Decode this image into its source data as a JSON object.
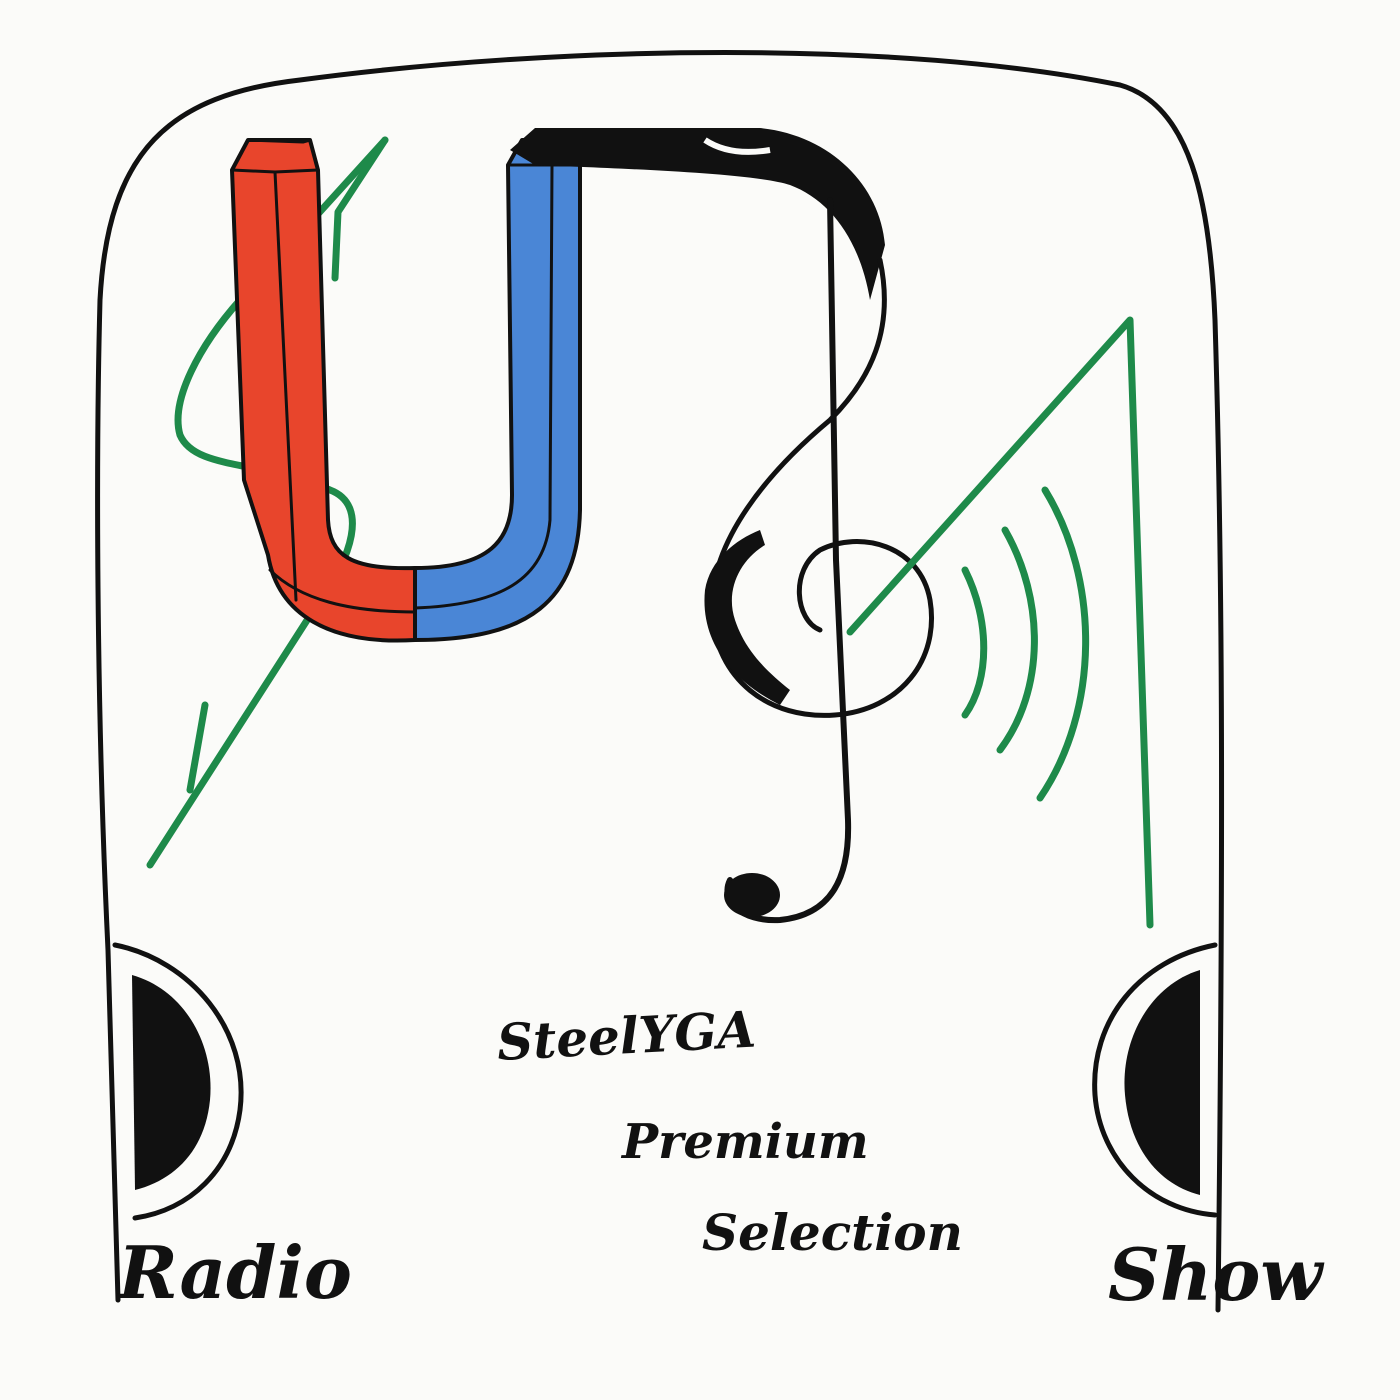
{
  "logo": {
    "tagline": {
      "line1": "SteelYGA",
      "line2": "Premium",
      "line3": "Selection"
    },
    "left_word": "Radio",
    "right_word": "Show",
    "colors": {
      "ink": "#111111",
      "magnet_red": "#e8452c",
      "magnet_red_dark": "#c83322",
      "magnet_blue": "#4a86d6",
      "magnet_blue_dark": "#3a6fbd",
      "wave_green": "#1e8a4a",
      "paper": "#fbfbf9"
    },
    "icons": [
      "horseshoe-magnet-icon",
      "treble-clef-icon",
      "sound-wave-icon",
      "lightning-arrow-icon",
      "speaker-icon"
    ]
  }
}
